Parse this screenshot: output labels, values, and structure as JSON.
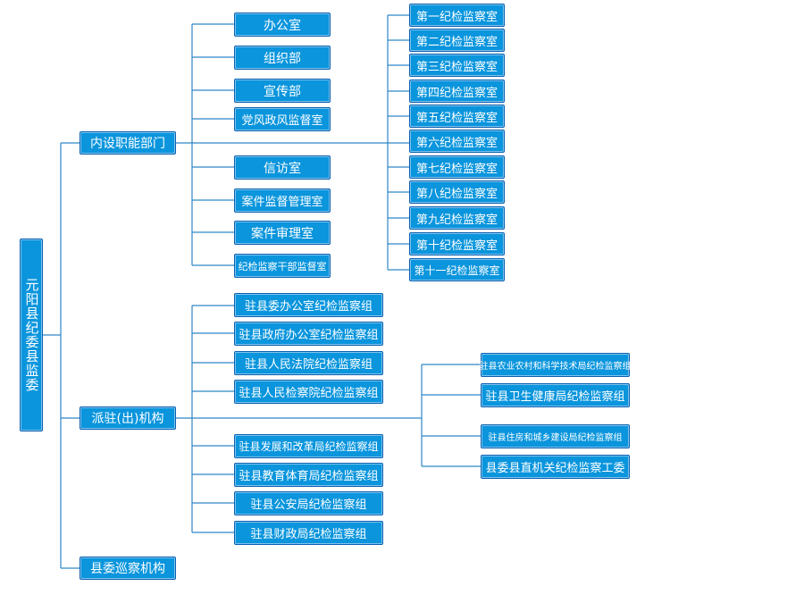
{
  "root": {
    "label": "元阳县纪委县监委"
  },
  "branches": {
    "internal": "内设职能部门",
    "stationed": "派驻(出)机构",
    "inspection": "县委巡察机构"
  },
  "internal_columns": {
    "offices": [
      "办公室",
      "组织部",
      "宣传部",
      "党风政风监督室",
      "信访室",
      "案件监督管理室",
      "案件审理室",
      "纪检监察干部监督室"
    ],
    "review_rooms": [
      "第一纪检监察室",
      "第二纪检监察室",
      "第三纪检监察室",
      "第四纪检监察室",
      "第五纪检监察室",
      "第六纪检监察室",
      "第七纪检监察室",
      "第八纪检监察室",
      "第九纪检监察室",
      "第十纪检监察室",
      "第十一纪检监察室"
    ]
  },
  "stationed_groups": {
    "left_top": [
      "驻县委办公室纪检监察组",
      "驻县政府办公室纪检监察组",
      "驻县人民法院纪检监察组",
      "驻县人民检察院纪检监察组"
    ],
    "left_bottom": [
      "驻县发展和改革局纪检监察组",
      "驻县教育体育局纪检监察组",
      "驻县公安局纪检监察组",
      "驻县财政局纪检监察组"
    ],
    "right": [
      "驻县农业农村和科学技术局纪检监察组",
      "驻县卫生健康局纪检监察组",
      "驻县住房和城乡建设局纪检监察组",
      "县委县直机关纪检监察工委"
    ]
  },
  "colors": {
    "box_fill": "#0a95dd",
    "box_border": "#0a5fb0",
    "connector": "#2f86c8",
    "text": "#ffffff"
  }
}
